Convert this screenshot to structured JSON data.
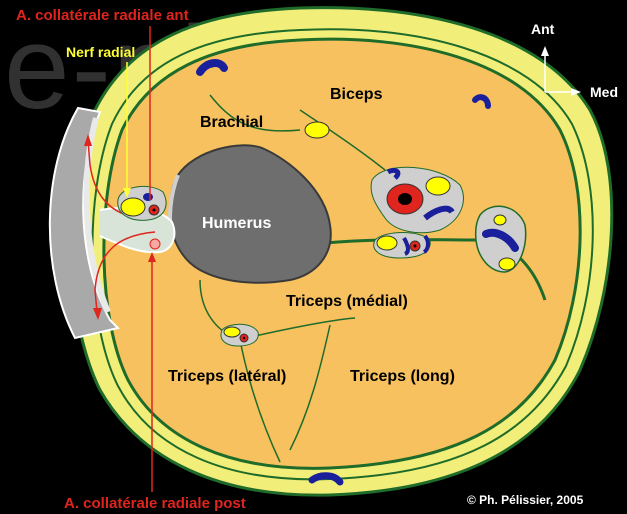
{
  "watermark": "e-plastic",
  "labels": {
    "biceps": "Biceps",
    "brachial": "Brachial",
    "humerus": "Humerus",
    "triceps_medial": "Triceps (médial)",
    "triceps_lateral": "Triceps (latéral)",
    "triceps_long": "Triceps (long)",
    "nerf_radial": "Nerf radial",
    "artery_ant": "A. collatérale radiale ant",
    "artery_post": "A. collatérale radiale post"
  },
  "orientation": {
    "ant": "Ant",
    "med": "Med"
  },
  "copyright": "© Ph. Pélissier, 2005",
  "colors": {
    "background": "#000000",
    "skin": "#f1ef7a",
    "muscle": "#f7c15f",
    "fascia": "#1f6b2a",
    "bone": "#6e6e6e",
    "nerve": "#ffff00",
    "artery": "#e0241e",
    "vein": "#1a1f9c",
    "flap": "#a9a9a9"
  }
}
